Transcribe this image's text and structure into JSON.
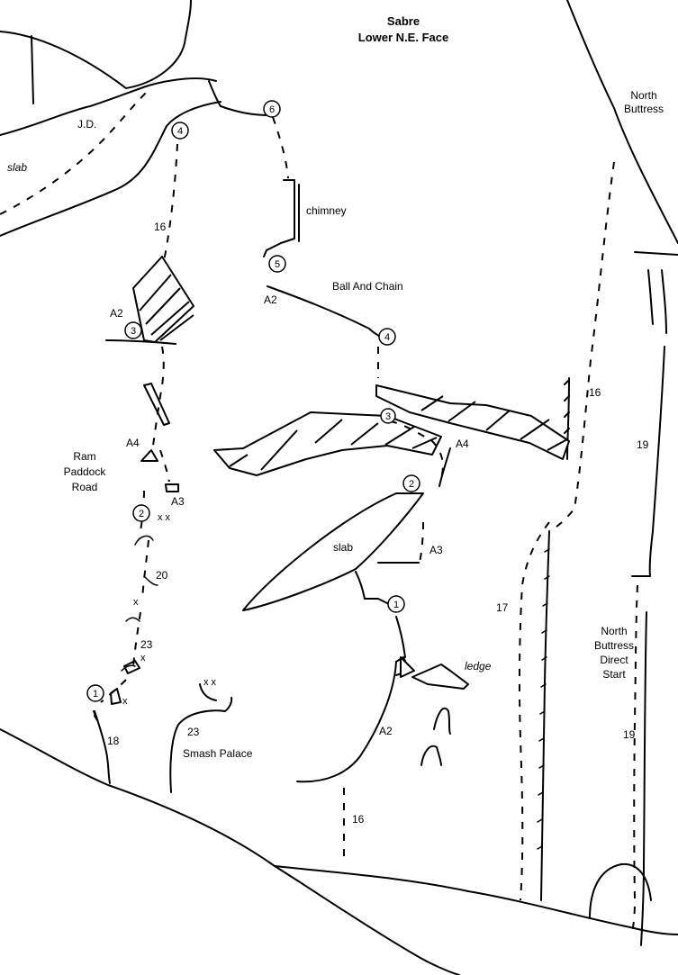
{
  "title": {
    "line1": "Sabre",
    "line2": "Lower N.E. Face"
  },
  "routes": {
    "jd": "J.D.",
    "ball_and_chain": "Ball And Chain",
    "ram_paddock_1": "Ram",
    "ram_paddock_2": "Paddock",
    "ram_paddock_3": "Road",
    "smash_palace": "Smash Palace",
    "north_buttress_1": "North",
    "north_buttress_2": "Buttress",
    "nbds_1": "North",
    "nbds_2": "Buttress",
    "nbds_3": "Direct",
    "nbds_4": "Start"
  },
  "features": {
    "slab_upper": "slab",
    "slab_mid": "slab",
    "chimney": "chimney",
    "ledge": "ledge"
  },
  "grades": {
    "g16_upper": "16",
    "a2_upper": "A2",
    "a2_ball": "A2",
    "a4_left": "A4",
    "a3_left": "A3",
    "g20": "20",
    "g23_left": "23",
    "g18": "18",
    "g23_smash": "23",
    "a4_right": "A4",
    "a3_right": "A3",
    "a2_lower": "A2",
    "g16_lower": "16",
    "g17": "17",
    "g16_right": "16",
    "g19_upper": "19",
    "g19_lower": "19"
  },
  "belays": {
    "b6": "6",
    "b5": "5",
    "b4_left": "4",
    "b3_left": "3",
    "b2_left": "2",
    "b1_left": "1",
    "b4_mid": "4",
    "b3_mid": "3",
    "b2_mid": "2",
    "b1_mid": "1"
  },
  "marks": {
    "bolt_a": "x x",
    "bolt_b": "x",
    "bolt_c": "x",
    "bolt_d": "x",
    "bolt_e": "x x"
  }
}
